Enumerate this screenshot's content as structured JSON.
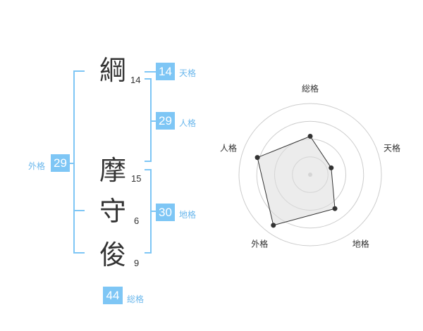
{
  "name_chars": [
    {
      "char": "綱",
      "strokes": "14"
    },
    {
      "char": "摩",
      "strokes": "15"
    },
    {
      "char": "守",
      "strokes": "6"
    },
    {
      "char": "俊",
      "strokes": "9"
    }
  ],
  "kaku": {
    "tenkaku": {
      "value": "14",
      "label": "天格"
    },
    "jinkaku": {
      "value": "29",
      "label": "人格"
    },
    "chikaku": {
      "value": "30",
      "label": "地格"
    },
    "gaikaku": {
      "value": "29",
      "label": "外格"
    },
    "soukaku": {
      "value": "44",
      "label": "総格"
    }
  },
  "colors": {
    "accent": "#7ec6f5",
    "text": "#333333",
    "label": "#6ab7ec"
  },
  "chart_data": {
    "type": "radar",
    "axes": [
      "総格",
      "天格",
      "地格",
      "外格",
      "人格"
    ],
    "values": [
      0.54,
      0.31,
      0.59,
      0.88,
      0.78
    ],
    "rings": 4,
    "range": [
      0,
      1
    ]
  }
}
